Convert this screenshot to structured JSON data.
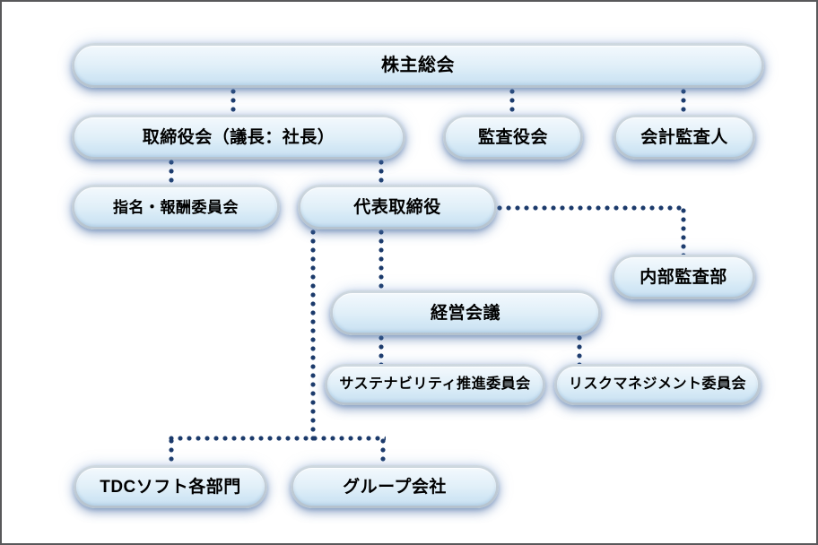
{
  "diagram": {
    "title_text": "",
    "accent_color": "#1b3a6b",
    "box_fill_top": "#f3f9fd",
    "box_fill_bottom": "#cbe2f2",
    "box_rim_color": "#b4c2ce",
    "frame_color": "#58585a",
    "background_color": "#ffffff",
    "nodes": [
      {
        "id": "shareholders-meeting",
        "label": "株主総会"
      },
      {
        "id": "board-of-directors",
        "label": "取締役会（議長：社長）"
      },
      {
        "id": "board-of-auditors",
        "label": "監査役会"
      },
      {
        "id": "accounting-auditor",
        "label": "会計監査人"
      },
      {
        "id": "nomination-comp-committee",
        "label": "指名・報酬委員会"
      },
      {
        "id": "representative-director",
        "label": "代表取締役"
      },
      {
        "id": "internal-audit-dept",
        "label": "内部監査部"
      },
      {
        "id": "management-meeting",
        "label": "経営会議"
      },
      {
        "id": "sustainability-committee",
        "label": "サステナビリティ推進委員会"
      },
      {
        "id": "risk-management-committee",
        "label": "リスクマネジメント委員会"
      },
      {
        "id": "tdc-soft-departments",
        "label": "TDCソフト各部門"
      },
      {
        "id": "group-companies",
        "label": "グループ会社"
      }
    ],
    "connections": [
      {
        "from": "shareholders-meeting",
        "to": "board-of-directors"
      },
      {
        "from": "shareholders-meeting",
        "to": "board-of-auditors"
      },
      {
        "from": "shareholders-meeting",
        "to": "accounting-auditor"
      },
      {
        "from": "board-of-directors",
        "to": "nomination-comp-committee"
      },
      {
        "from": "board-of-directors",
        "to": "representative-director"
      },
      {
        "from": "representative-director",
        "to": "internal-audit-dept"
      },
      {
        "from": "representative-director",
        "to": "management-meeting"
      },
      {
        "from": "representative-director",
        "to": "tdc-soft-departments"
      },
      {
        "from": "representative-director",
        "to": "group-companies"
      },
      {
        "from": "management-meeting",
        "to": "sustainability-committee"
      },
      {
        "from": "management-meeting",
        "to": "risk-management-committee"
      }
    ]
  }
}
